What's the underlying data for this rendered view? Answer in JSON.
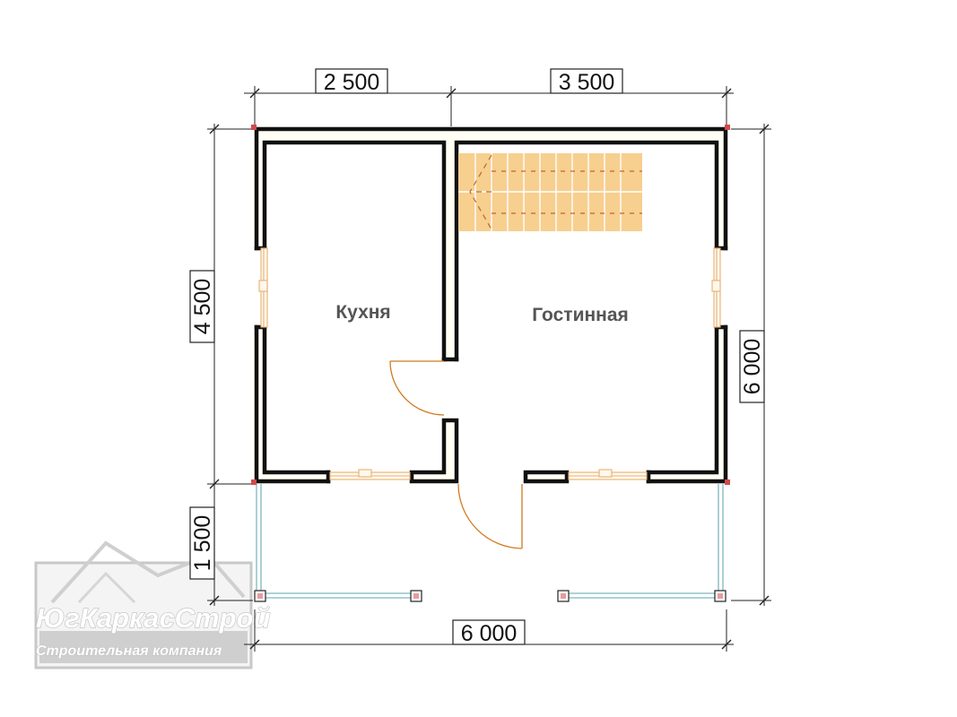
{
  "dimensions": {
    "top_left": "2 500",
    "top_right": "3 500",
    "bottom": "6 000",
    "right": "6 000",
    "left_top": "4 500",
    "left_bottom": "1 500"
  },
  "rooms": {
    "kitchen": "Кухня",
    "living_room": "Гостинная"
  },
  "watermark": {
    "company": "ЮгКаркасСтрой",
    "tagline": "Строительная компания"
  },
  "colors": {
    "wall_outline": "#111111",
    "wall_fill": "#fffdf4",
    "door_arc": "#d27a20",
    "stairs": "#f7cf8f",
    "terrace_rail": "#7fb7bf",
    "corner_marker": "#d24a4a"
  }
}
